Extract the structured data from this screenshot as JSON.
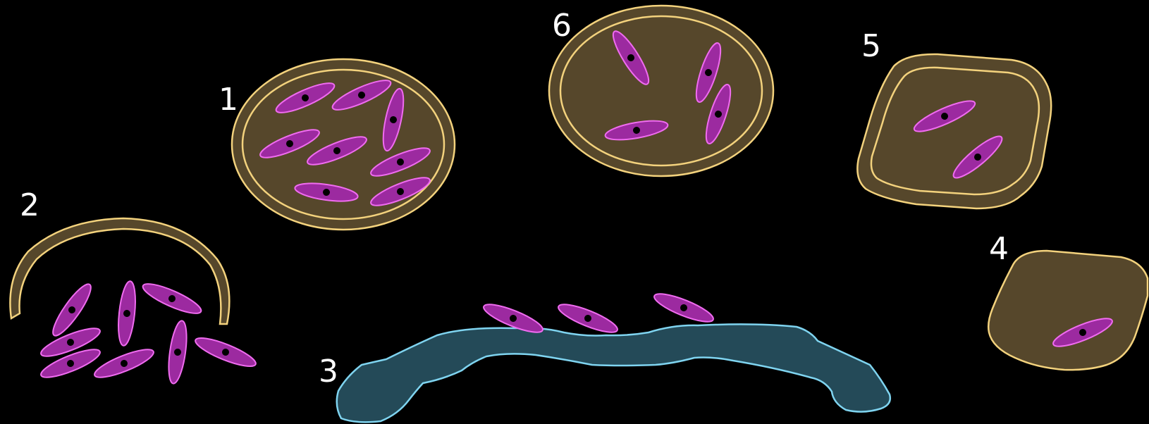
{
  "labels": {
    "one": "1",
    "two": "2",
    "three": "3",
    "four": "4",
    "five": "5",
    "six": "6"
  },
  "colors": {
    "background": "#000000",
    "label_text": "#ffffff",
    "container_fill": "#56472b",
    "container_outline": "#f3d27d",
    "membrane_fill": "#244a58",
    "membrane_outline": "#7fd4f0",
    "cell_fill": "#9c2aa0",
    "cell_outline": "#f06cf0",
    "dot": "#000000"
  }
}
